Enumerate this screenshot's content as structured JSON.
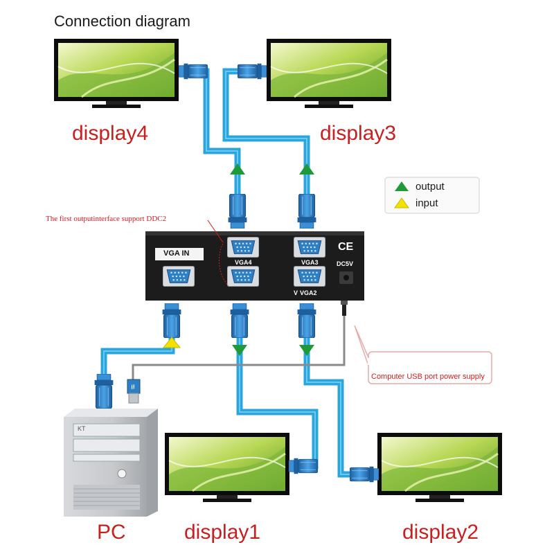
{
  "title": "Connection diagram",
  "labels": {
    "display1": "display1",
    "display2": "display2",
    "display3": "display3",
    "display4": "display4",
    "pc": "PC"
  },
  "legend": {
    "output": "output",
    "input": "input",
    "output_color": "#1f9a3a",
    "input_color": "#f2e200"
  },
  "notes": {
    "ddc2": "The first outputinterface support DDC2",
    "power": "Computer USB port power supply"
  },
  "splitter": {
    "vga_in": "VGA IN",
    "vga4": "VGA4",
    "vga3": "VGA3",
    "vga2": "VGA2",
    "vga1_prefix": "V",
    "dc": "DC5V",
    "ce": "CE"
  },
  "pc_case": {
    "brand": "KT"
  },
  "colors": {
    "cable": "#2aa6de",
    "connector": "#2f7fc4",
    "label_red": "#c8201f",
    "splitter_body": "#1c1c1c"
  }
}
